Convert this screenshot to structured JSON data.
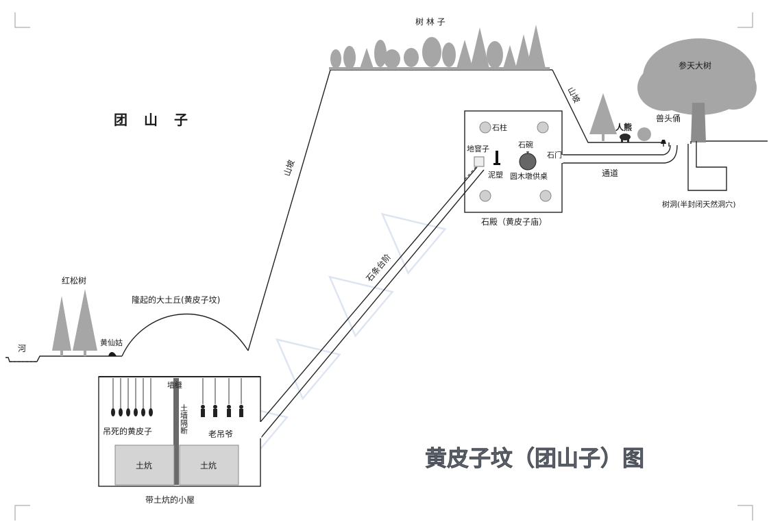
{
  "labels": {
    "forest": "树 林 子",
    "tuanshanzi": "团　山　子",
    "slope_right": "山坡",
    "slope_left": "山坡",
    "giant_tree": "参天大树",
    "beast_statue": "兽头俑",
    "bear": "人熊",
    "tree_hole": "树洞(半封闭天然洞穴)",
    "passage": "通道",
    "stone_hall": "石殿（黄皮子庙）",
    "stone_pillar": "石柱",
    "stone_bowl": "石碗",
    "round_table": "圆木墩供桌",
    "clay_statue": "泥塑",
    "earth_tunnel": "地窨子",
    "stone_gate": "石门",
    "stone_steps": "石条台阶",
    "red_pine": "红松树",
    "mound": "隆起的大土丘(黄皮子坟)",
    "river": "河",
    "huang_xian_gu": "黄仙姑",
    "wall_crack": "墙缝",
    "earth_wall": "土墙隔断",
    "hanged_weasels": "吊死的黄皮子",
    "old_hanger": "老吊爷",
    "kang_left": "土炕",
    "kang_right": "土炕",
    "hut": "带土炕的小屋",
    "main_title": "黄皮子坟（团山子）图"
  },
  "colors": {
    "tree_gray": "#a6a6a6",
    "kang_fill": "#d4d4d4",
    "wall_fill": "#6a6a6a",
    "title_gray": "#6f7580",
    "watermark": "#c9d6ea"
  }
}
